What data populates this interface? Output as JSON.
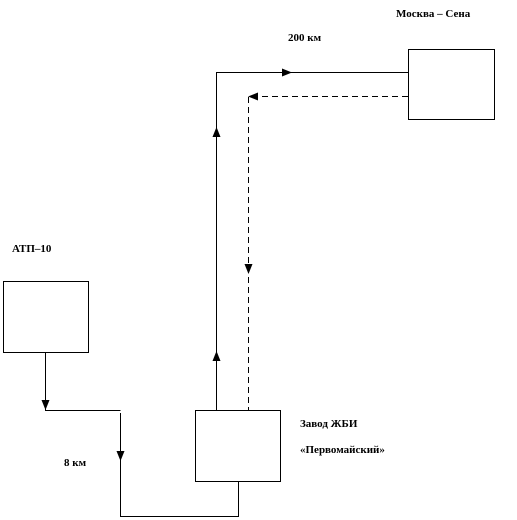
{
  "nodes": {
    "moscow_sena": "Москва – Сена",
    "atp10": "АТП–10",
    "factory_line1": "Завод ЖБИ",
    "factory_line2": "«Первомайский»"
  },
  "distances": {
    "long_route": "200 км",
    "short_route": "8 км"
  }
}
